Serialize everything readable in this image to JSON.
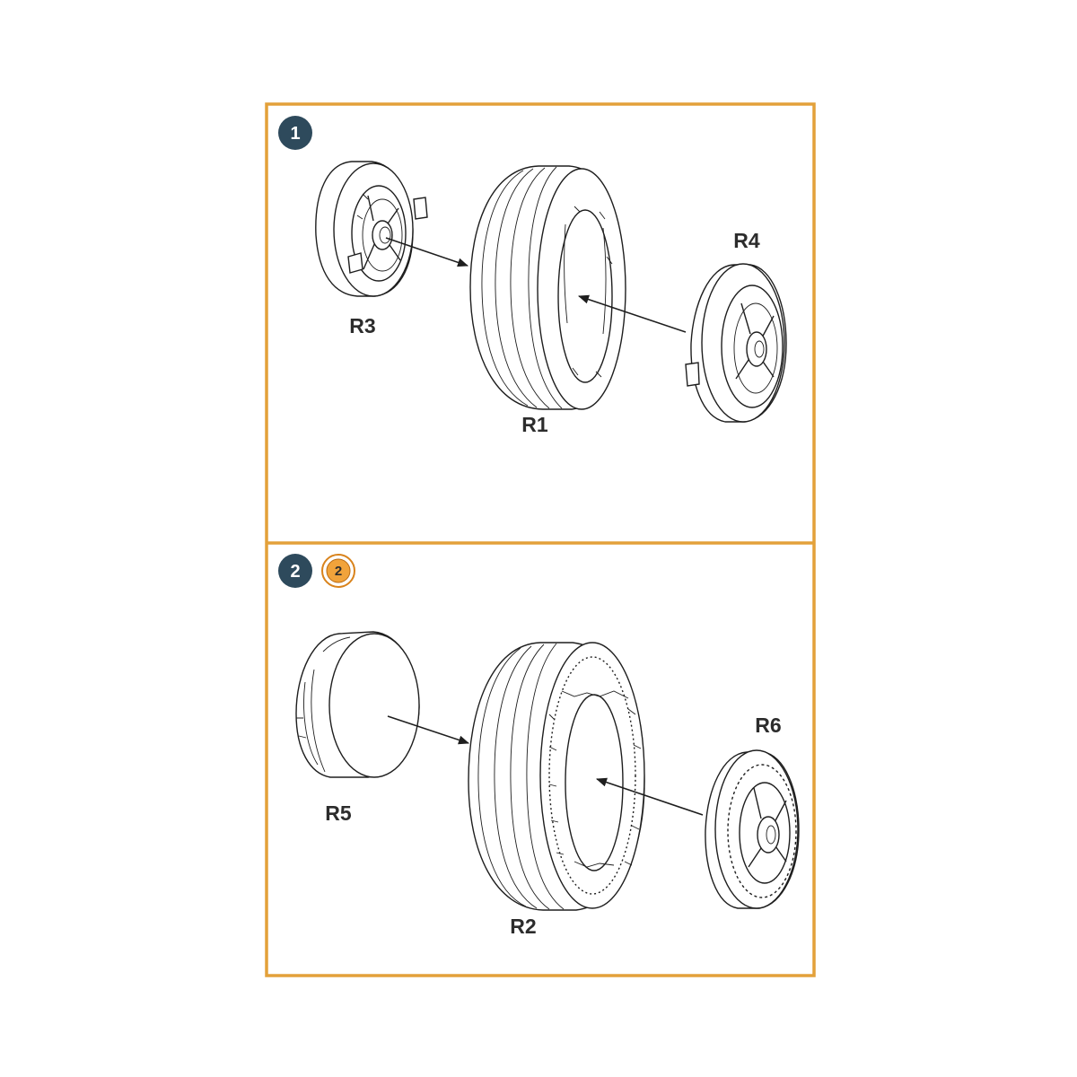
{
  "colors": {
    "frame": "#e3a13a",
    "step_badge": "#2e4a5c",
    "alt_badge_fill": "#f1a33b",
    "alt_badge_ring": "#d9831c",
    "line": "#1e1e1e"
  },
  "steps": [
    {
      "number": "1",
      "parts": {
        "hub_inner": "R3",
        "tire": "R1",
        "hub_outer": "R4"
      }
    },
    {
      "number": "2",
      "alt_marker": "2",
      "parts": {
        "hub_inner": "R5",
        "tire": "R2",
        "hub_outer": "R6"
      }
    }
  ]
}
